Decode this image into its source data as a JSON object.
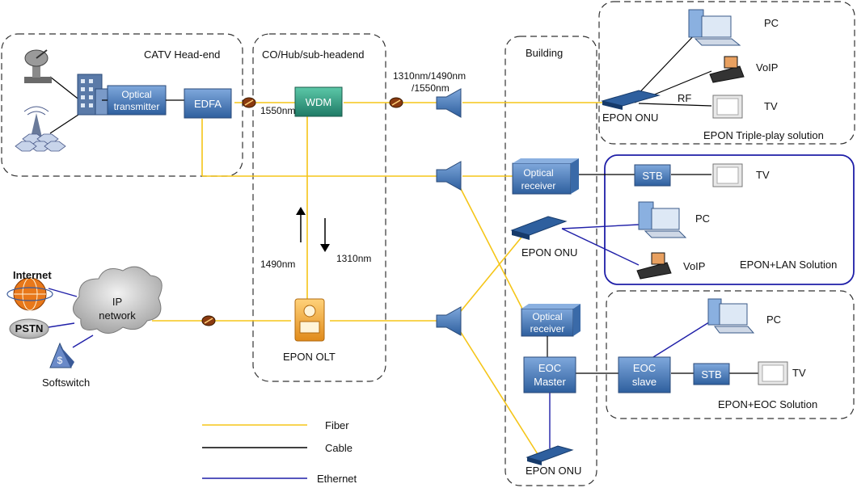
{
  "colors": {
    "fiber": "#f5c518",
    "cable": "#000000",
    "ethernet": "#1f1fa8",
    "device_box": "#4a7fc0",
    "wdm_box": "#2e9a84",
    "olt": "#f0a030",
    "lan_border": "#1f1fa8"
  },
  "groups": {
    "catv_headend": "CATV Head-end",
    "co_hub": "CO/Hub/sub-headend",
    "building": "Building",
    "triple_play": "EPON Triple-play solution",
    "lan_solution": "EPON+LAN Solution",
    "eoc_solution": "EPON+EOC Solution"
  },
  "devices": {
    "optical_transmitter": [
      "Optical",
      "transmitter"
    ],
    "edfa": "EDFA",
    "wdm": "WDM",
    "epon_olt": "EPON OLT",
    "ip_network": [
      "IP",
      "network"
    ],
    "internet": "Internet",
    "pstn": "PSTN",
    "softswitch": "Softswitch",
    "optical_receiver_1": [
      "Optical",
      "receiver"
    ],
    "optical_receiver_2": [
      "Optical",
      "receiver"
    ],
    "eoc_master": [
      "EOC",
      "Master"
    ],
    "eoc_slave": [
      "EOC",
      "slave"
    ],
    "stb_lan": "STB",
    "stb_eoc": "STB",
    "epon_onu_triple": "EPON ONU",
    "epon_onu_mid": "EPON ONU",
    "epon_onu_bottom": "EPON ONU",
    "pc_triple": "PC",
    "voip_triple": "VoIP",
    "tv_triple": "TV",
    "tv_lan": "TV",
    "pc_lan": "PC",
    "voip_lan": "VoIP",
    "pc_eoc": "PC",
    "tv_eoc": "TV"
  },
  "wavelengths": {
    "wdm_in": "1550nm",
    "triple": [
      "1310nm/1490nm",
      "/1550nm"
    ],
    "down": "1490nm",
    "up": "1310nm",
    "rf": "RF"
  },
  "legend": [
    {
      "label": "Fiber",
      "color_key": "fiber"
    },
    {
      "label": "Cable",
      "color_key": "cable"
    },
    {
      "label": "Ethernet",
      "color_key": "ethernet"
    }
  ]
}
